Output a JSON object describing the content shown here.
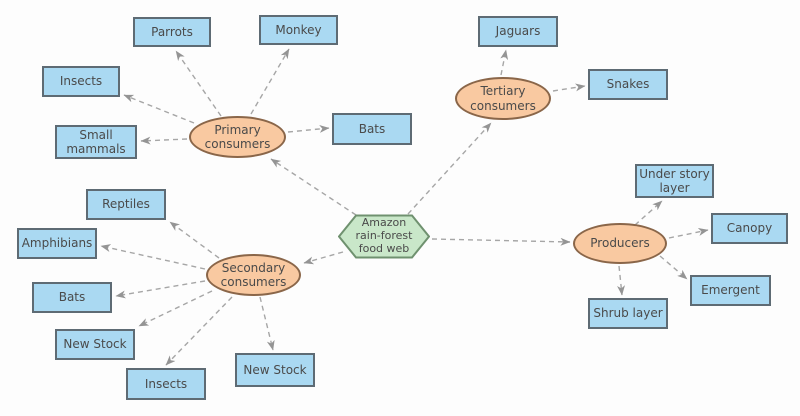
{
  "colors": {
    "box_fill": "#aad9f2",
    "box_border": "#5e6b74",
    "ellipse_fill": "#f9c9a1",
    "ellipse_border": "#8a6649",
    "hex_fill": "#c9e7c9",
    "hex_border": "#6f916f",
    "line": "#a6a6a6",
    "arrow": "#949494",
    "text": "#4a4a4a",
    "canvas_bg": "#fdfdfd"
  },
  "nodes": {
    "hub": {
      "label": "Amazon rain-forest food web",
      "lines": [
        "Amazon",
        "rain-forest",
        "food web"
      ],
      "shape": "hexagon"
    },
    "primary": {
      "label": "Primary consumers",
      "shape": "ellipse"
    },
    "secondary": {
      "label": "Secondary consumers",
      "shape": "ellipse"
    },
    "tertiary": {
      "label": "Tertiary consumers",
      "shape": "ellipse"
    },
    "producers": {
      "label": "Producers",
      "shape": "ellipse"
    },
    "parrots": {
      "label": "Parrots",
      "shape": "box"
    },
    "monkey": {
      "label": "Monkey",
      "shape": "box"
    },
    "insects_top": {
      "label": "Insects",
      "shape": "box"
    },
    "small_mammals": {
      "label": "Small mammals",
      "shape": "box"
    },
    "bats_top": {
      "label": "Bats",
      "shape": "box"
    },
    "jaguars": {
      "label": "Jaguars",
      "shape": "box"
    },
    "snakes": {
      "label": "Snakes",
      "shape": "box"
    },
    "under_story_layer": {
      "label": "Under story layer",
      "shape": "box"
    },
    "canopy": {
      "label": "Canopy",
      "shape": "box"
    },
    "emergent": {
      "label": "Emergent",
      "shape": "box"
    },
    "shrub_layer": {
      "label": "Shrub layer",
      "shape": "box"
    },
    "reptiles": {
      "label": "Reptiles",
      "shape": "box"
    },
    "amphibians": {
      "label": "Amphibians",
      "shape": "box"
    },
    "bats_left": {
      "label": "Bats",
      "shape": "box"
    },
    "new_stock_left": {
      "label": "New Stock",
      "shape": "box"
    },
    "insects_bottom": {
      "label": "Insects",
      "shape": "box"
    },
    "new_stock_right": {
      "label": "New Stock",
      "shape": "box"
    }
  },
  "edges": [
    {
      "from": "hub",
      "to": "primary"
    },
    {
      "from": "hub",
      "to": "tertiary"
    },
    {
      "from": "hub",
      "to": "producers"
    },
    {
      "from": "hub",
      "to": "secondary"
    },
    {
      "from": "primary",
      "to": "parrots"
    },
    {
      "from": "primary",
      "to": "monkey"
    },
    {
      "from": "primary",
      "to": "insects_top"
    },
    {
      "from": "primary",
      "to": "small_mammals"
    },
    {
      "from": "primary",
      "to": "bats_top"
    },
    {
      "from": "tertiary",
      "to": "jaguars"
    },
    {
      "from": "tertiary",
      "to": "snakes"
    },
    {
      "from": "producers",
      "to": "under_story_layer"
    },
    {
      "from": "producers",
      "to": "canopy"
    },
    {
      "from": "producers",
      "to": "emergent"
    },
    {
      "from": "producers",
      "to": "shrub_layer"
    },
    {
      "from": "secondary",
      "to": "reptiles"
    },
    {
      "from": "secondary",
      "to": "amphibians"
    },
    {
      "from": "secondary",
      "to": "bats_left"
    },
    {
      "from": "secondary",
      "to": "new_stock_left"
    },
    {
      "from": "secondary",
      "to": "insects_bottom"
    },
    {
      "from": "secondary",
      "to": "new_stock_right"
    }
  ]
}
